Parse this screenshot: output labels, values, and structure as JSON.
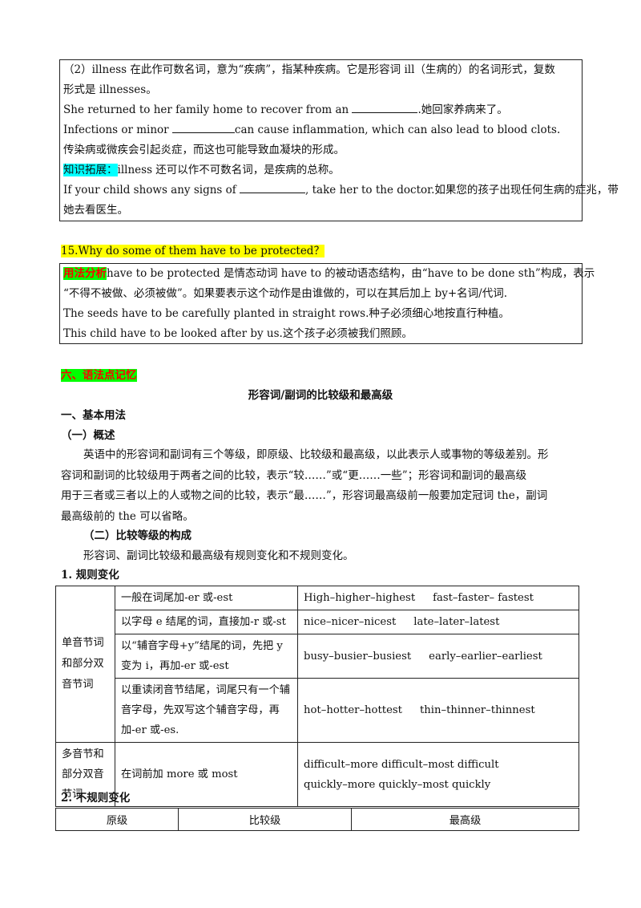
{
  "illness_box": {
    "line1": "（2）illness 在此作可数名词，意为“疾病”，指某种疾病。它是形容词 ill（生病的）的名词形式，复数",
    "line2": "形式是 illnesses。",
    "line3a": "She returned to her family home to recover from an ",
    "line3b": ".她回家养病来了。",
    "line4a": "Infections or minor ",
    "line4b": "can cause inflammation, which can also lead to blood clots.",
    "line5": "传染病或微疾会引起炎症，而这也可能导致血凝块的形成。",
    "ext_label": "知识拓展：",
    "line6": "illness 还可以作不可数名词，是疾病的总称。",
    "line7a": "If your child shows any signs of ",
    "line7b": ", take her to the doctor.如果您的孩子出现任何生病的症兆，带",
    "line8": "她去看医生。"
  },
  "q15": {
    "question": "15.Why do some of them have to be protected？",
    "label": "用法分析",
    "line1": "have to be protected 是情态动词 have to 的被动语态结构，由“have to be done sth”构成，表示",
    "line2": "“不得不被做、必须被做”。如果要表示这个动作是由谁做的，可以在其后加上 by+名词/代词.",
    "line3": "The seeds have to be carefully planted in straight rows.种子必须细心地按直行种植。",
    "line4": "This child have to be looked after by us.这个孩子必须被我们照顾。"
  },
  "section6": {
    "heading": "六、语法点记忆",
    "title": "形容词/副词的比较级和最高级",
    "h1": "一、基本用法",
    "h2": "（一）概述",
    "para1_l1": "英语中的形容词和副词有三个等级，即原级、比较级和最高级，以此表示人或事物的等级差别。形",
    "para1_l2": "容词和副词的比较级用于两者之间的比较，表示“较……”或“更……一些”；形容词和副词的最高级",
    "para1_l3": "用于三者或三者以上的人或物之间的比较，表示“最……”，形容词最高级前一般要加定冠词 the，副词",
    "para1_l4": "最高级前的 the 可以省略。",
    "h3": "（二）比较等级的构成",
    "para2": "形容词、副词比较级和最高级有规则变化和不规则变化。",
    "h4": "1. 规则变化",
    "h5": "2. 不规则变化"
  },
  "rules_table": {
    "group1_label": "单音节词和部分双音节词",
    "row1_rule": "一般在词尾加-er 或-est",
    "row1_ex1": "High–higher–highest",
    "row1_ex2": "fast–faster– fastest",
    "row2_rule": "以字母 e 结尾的词，直接加-r 或-st",
    "row2_ex1": "nice–nicer–nicest",
    "row2_ex2": "late–later–latest",
    "row3_rule": "以“辅音字母+y”结尾的词，先把 y 变为 i，再加-er 或-est",
    "row3_ex1": "busy–busier–busiest",
    "row3_ex2": "early–earlier–earliest",
    "row4_rule": "以重读闭音节结尾，词尾只有一个辅音字母，先双写这个辅音字母，再加-er 或-es.",
    "row4_ex1": "hot–hotter–hottest",
    "row4_ex2": "thin–thinner–thinnest",
    "group2_label": "多音节和部分双音节词",
    "row5_rule": "在词前加 more 或 most",
    "row5_ex1": "difficult–more difficult–most difficult",
    "row5_ex2": "quickly–more quickly–most quickly"
  },
  "irregular_table": {
    "headers": [
      "原级",
      "比较级",
      "最高级"
    ]
  }
}
